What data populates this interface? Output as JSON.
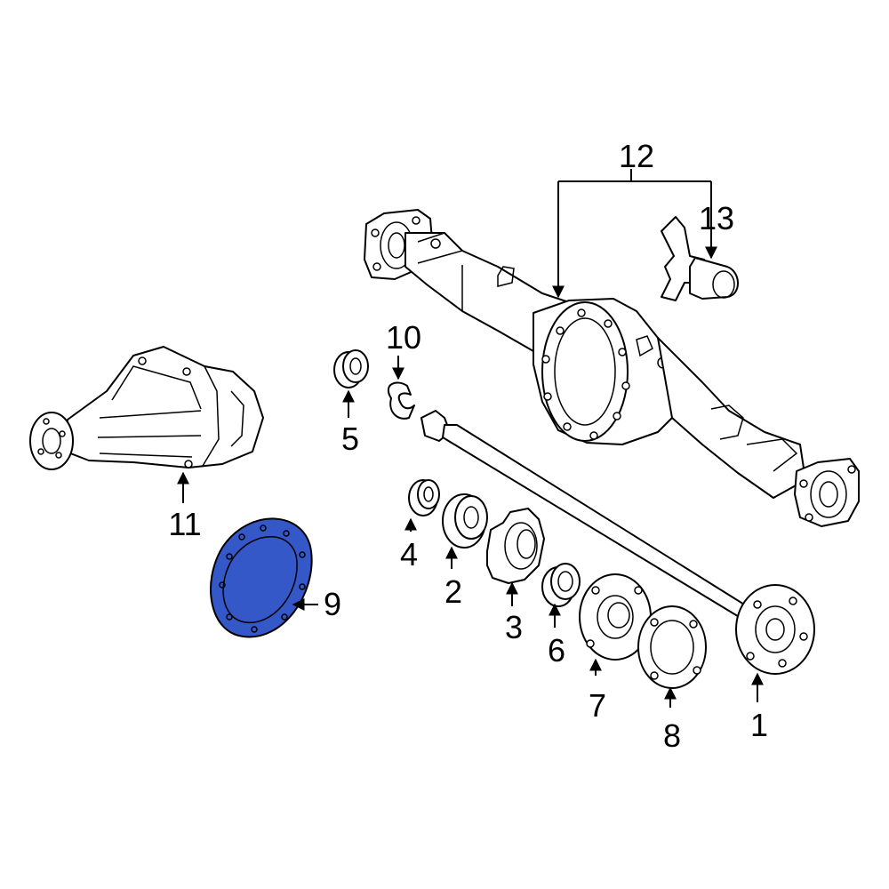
{
  "highlight_color": "#3558c8",
  "callouts": {
    "c1": "1",
    "c2": "2",
    "c3": "3",
    "c4": "4",
    "c5": "5",
    "c6": "6",
    "c7": "7",
    "c8": "8",
    "c9": "9",
    "c10": "10",
    "c11": "11",
    "c12": "12",
    "c13": "13"
  }
}
